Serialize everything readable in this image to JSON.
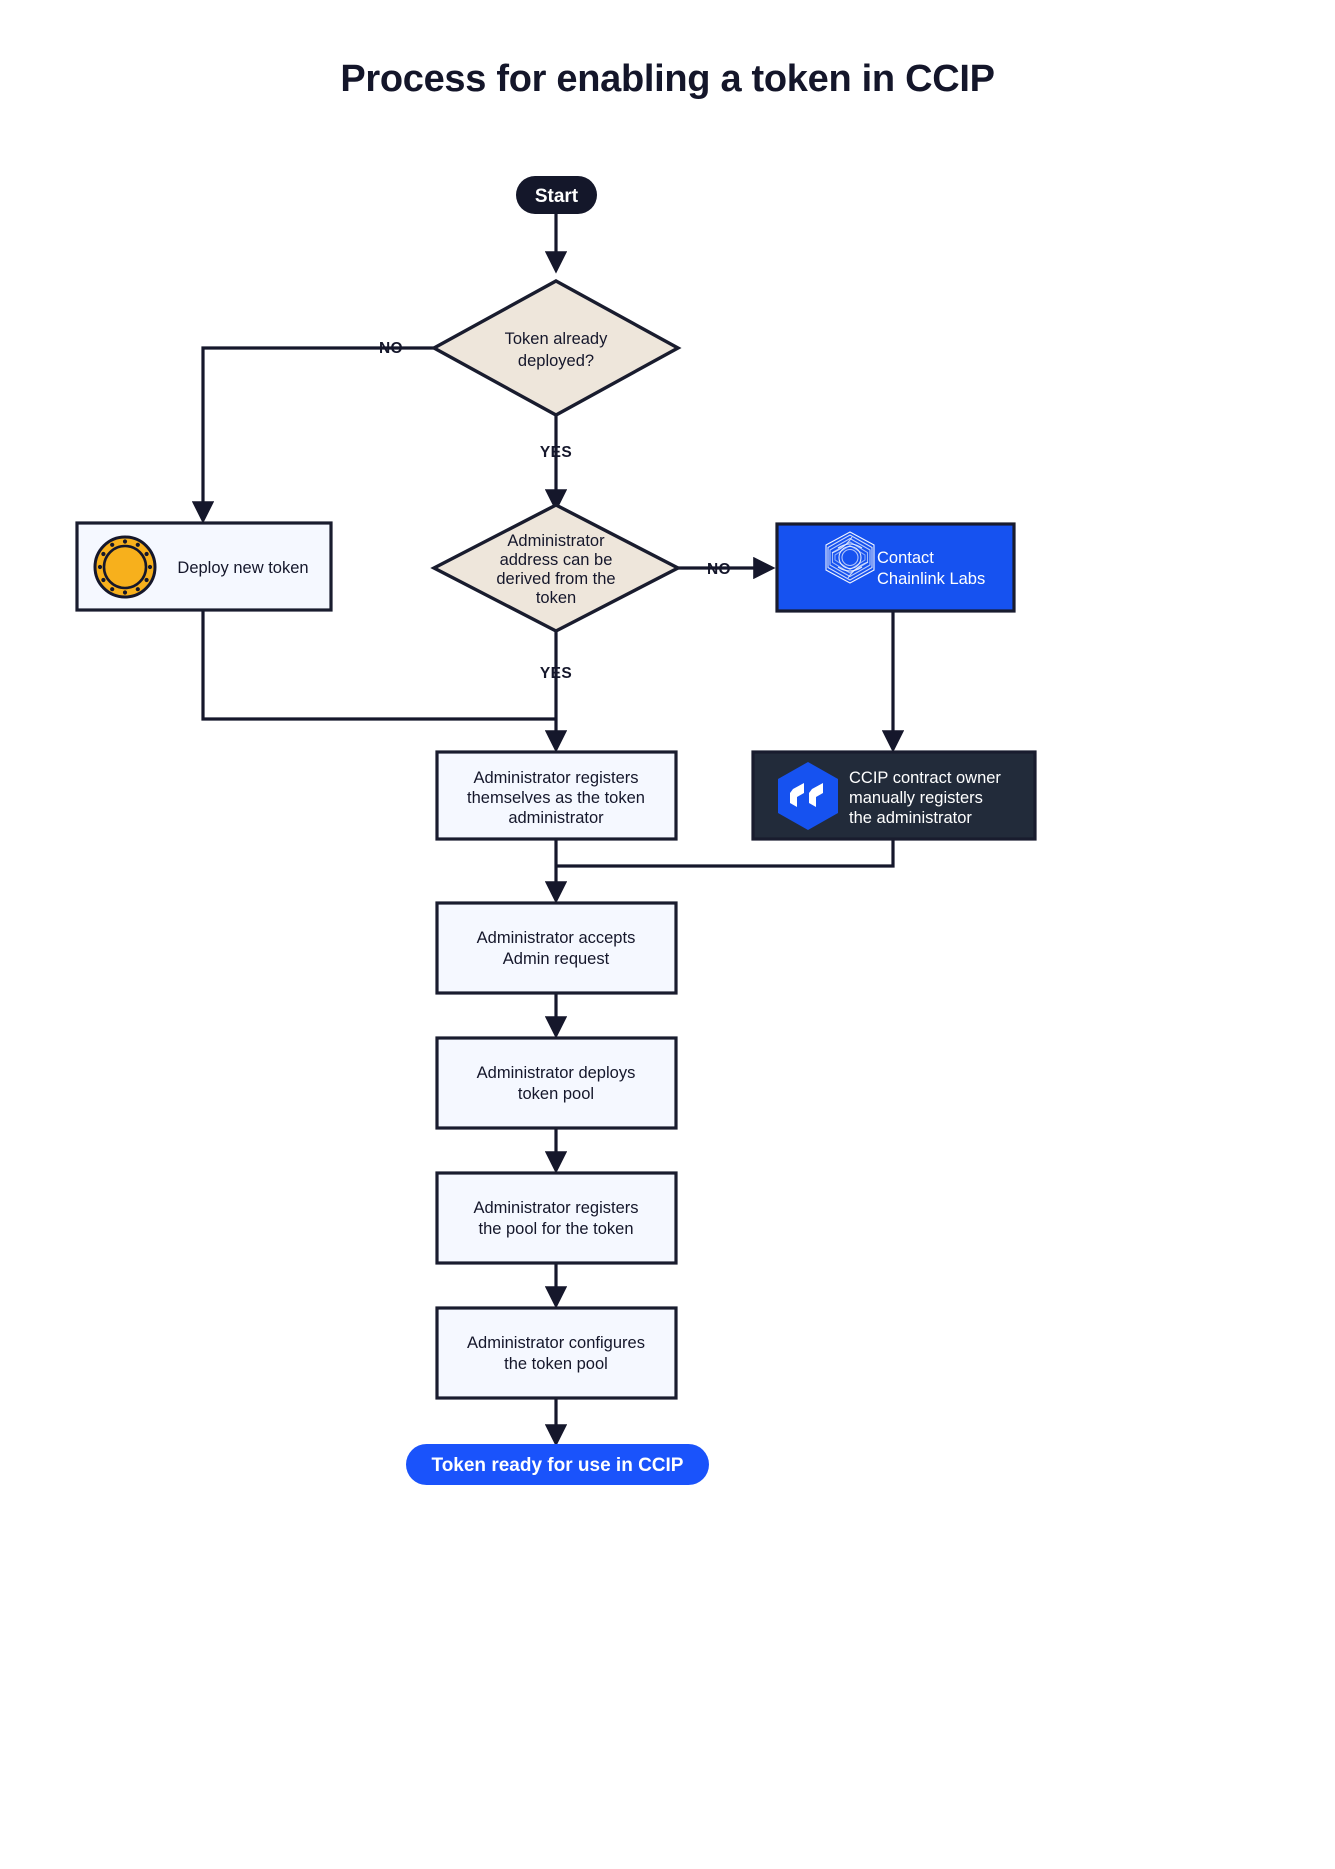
{
  "title": "Process for enabling a token in CCIP",
  "colors": {
    "background": "#ffffff",
    "text": "#15172b",
    "box_fill": "#f5f8ff",
    "decision_fill": "#eee6db",
    "stroke": "#191c2e",
    "brand_blue": "#1652f0",
    "end_blue": "#1a53fb",
    "dark_navy": "#222b3a",
    "start_dark": "#14172a",
    "coin_gold": "#f7b01c"
  },
  "nodes": {
    "start": {
      "label": "Start",
      "type": "terminator"
    },
    "decision_deployed": {
      "label_lines": [
        "Token already",
        "deployed?"
      ],
      "type": "decision"
    },
    "deploy_new_token": {
      "label": "Deploy new token",
      "type": "process",
      "icon": "coin-icon"
    },
    "decision_admin_derived": {
      "label_lines": [
        "Administrator",
        "address can be",
        "derived from the",
        "token"
      ],
      "type": "decision"
    },
    "contact_chainlink": {
      "label_lines": [
        "Contact",
        "Chainlink Labs"
      ],
      "type": "process-brand",
      "icon": "chainlink-logo-icon"
    },
    "admin_registers_self": {
      "label_lines": [
        "Administrator registers",
        "themselves as the token",
        "administrator"
      ],
      "type": "process"
    },
    "ccip_owner_registers": {
      "label_lines": [
        "CCIP contract owner",
        "manually registers",
        "the administrator"
      ],
      "type": "process-dark",
      "icon": "ccip-cube-icon"
    },
    "admin_accepts": {
      "label_lines": [
        "Administrator accepts",
        "Admin request"
      ],
      "type": "process"
    },
    "admin_deploys_pool": {
      "label_lines": [
        "Administrator deploys",
        "token pool"
      ],
      "type": "process"
    },
    "admin_registers_pool": {
      "label_lines": [
        "Administrator registers",
        "the pool for the token"
      ],
      "type": "process"
    },
    "admin_configures_pool": {
      "label_lines": [
        "Administrator configures",
        "the token pool"
      ],
      "type": "process"
    },
    "end": {
      "label": "Token ready for use in CCIP",
      "type": "terminator"
    }
  },
  "edge_labels": {
    "deployed_no": "NO",
    "deployed_yes": "YES",
    "admin_no": "NO",
    "admin_yes": "YES"
  }
}
